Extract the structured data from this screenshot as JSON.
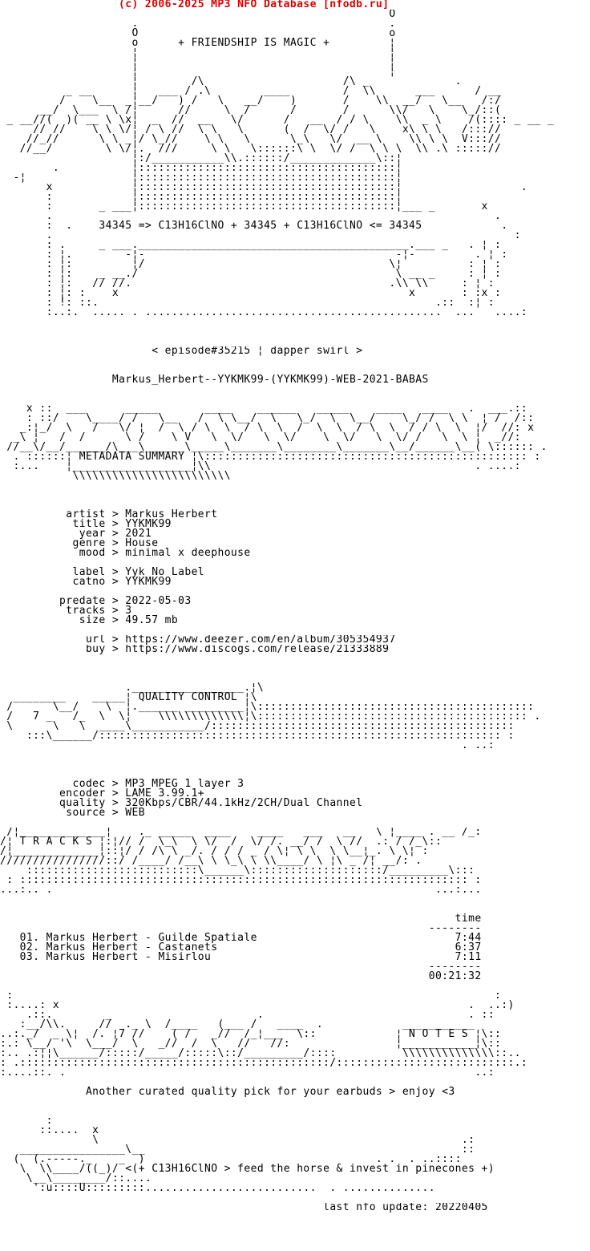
{
  "header": {
    "copyright": "(c) 2006-2025 MP3 NFO Database [nfodb.ru]",
    "accent_color": "#dd0000"
  },
  "motto": "+ FRIENDSHIP IS MAGIC +",
  "chemistry_line": "34345 => C13H16ClNO + 34345 + C13H16ClNO <= 34345",
  "episode_text": "< episode#35215 ¦ dapper swirl >",
  "release_name": "Markus_Herbert--YYKMK99-(YYKMK99)-WEB-2021-BABAS",
  "section_titles": {
    "metadata": "METADATA SUMMARY",
    "quality": "QUALITY CONTROL",
    "tracks": "T R A C K S",
    "notes": "N O T E S"
  },
  "metadata": {
    "artist": "Markus Herbert",
    "title": "YYKMK99",
    "year": "2021",
    "genre": "House",
    "mood": "minimal x deephouse",
    "label": "Yyk No Label",
    "catno": "YYKMK99",
    "predate": "2022-05-03",
    "tracks": "3",
    "size": "49.57 mb",
    "url": "https://www.deezer.com/en/album/305354937",
    "buy": "https://www.discogs.com/release/21333889"
  },
  "quality": {
    "codec": "MP3 MPEG 1 layer 3",
    "encoder": "LAME 3.99.1+",
    "quality": "320Kbps/CBR/44.1kHz/2CH/Dual Channel",
    "source": "WEB"
  },
  "tracklist_data": {
    "time_header": "time",
    "tracks": [
      {
        "no": "01",
        "artist": "Markus Herbert",
        "title": "Guilde Spatiale",
        "time": "7:44"
      },
      {
        "no": "02",
        "artist": "Markus Herbert",
        "title": "Castanets",
        "time": "6:37"
      },
      {
        "no": "03",
        "artist": "Markus Herbert",
        "title": "Misirlou",
        "time": "7:11"
      }
    ],
    "total_time": "00:21:32"
  },
  "notes_text": "Another curated quality pick for your earbuds > enjoy <3",
  "horse_text": "<(+ C13H16ClNO > feed the horse & invest in pinecones +)",
  "footer_text": "last nfo update: 20220405",
  "ascii": {
    "top": [
      "                                                           O",
      "                    .                                      .",
      "                    O                                      o",
      "                    o      + FRIENDSHIP IS MAGIC +         ¦",
      "                    ¦                                      ¦",
      "                    ¦                                      ¦",
      "                    ¦                                      ¦",
      "                    ¦        /\\                     /\\ _             .",
      "          _ __      ¦   ___ / .\\        ____        /  \\\\      ___      / __",
      "         /    \\__  _¦__/   ) /   \\   __/    )       /    \\\\  __/   \\__   /:/",
      "      __/  \\___  \\ /¦      //     \\  /      /       /      \\\\/   \\    \\_/::(",
      " _ __//(  )( __ \\ \\x¦  _  //  __   \\/      /   __  / / \\    \\\\  _ \\    /(:::: _ __ _",
      "     // //    \\ \\ \\/¦ / \\ //  \\ \\   \\      (  /  \\/ /   \\    x\\ \\ \\   /::://",
      "    //_//      \\ \\ _¦/ \\_//    \\ \\   \\      \\_\\   \\/  __ \\    \\\\ \\ \\  V::://",
      "   //__/        \\ \\/¦.  ///     \\ \\   \\::::::\\ \\  \\/ /  \\ \\ \\  \\\\ .\\ ::::://",
      "                    ¦:/___________\\\\.::::::/_____________\\::¦",
      "        .           ¦:::::::::::::::::::::::::::::::::::::::¦",
      "  -¦                ¦:::::::::::::::::::::::::::::::::::::::¦",
      "       x            ¦:::::::::::::::::::::::::::::::::::::::¦                  .",
      "       :            ¦:::::::::::::::::::::::::::::::::::::::¦",
      "       :       _ ___¦:::::::::::::::::::::::::::::::::::::::¦___ _       x",
      "       .                                                                   .",
      "       :  .    34345 => C13H16ClNO + 34345 + C13H16ClNO <= 34345            .",
      "       .                                                                      :",
      "       : .     _ ___._________________________________________.___ _   . ¦ :",
      "       : ¦.        -¦-                                      -¦-         . ¦ :",
      "       : ¦:         ¦/                                     \\¦          : ¦ :",
      "       : ¦:    _ __./                                       \\ __ _     : ¦ :",
      "       : ¦:   // //.                                       .\\\\ \\\\     : ¦ :",
      "       : ¦: :    x                                            x       : :x :",
      "       : !: ::.                                                   .::  :¦ :",
      "       :..:.  ..... . .............................................  ...   ....:",
      "",
      "",
      ""
    ],
    "episode_line": "                       < episode#35215 ¦ dapper swirl >",
    "release_block": [
      "",
      "",
      "                 Markus_Herbert--YYKMK99-(YYKMK99)-WEB-2021-BABAS",
      "",
      ""
    ],
    "banner": [
      "    x ::  ___      _____       ____    ______   _____    ____   ____   .  ___.::",
      "    : ::/    \\____/ /   \\__   /  \\ \\__/  \\   \\_/  \\  \\__/    \\_/ /  \\ \\  ¦ /  /::",
      "   _:¦_/  \\   /   \\/ ¦  /  \\ / \\  \\  / \\  \\  /  \\  \\  / \\  \\  / / \\  \\  ¦/  //: x",
      "  _\\ ¦   /  /      \\ /    \\ V   \\  \\/   \\  \\/    \\  \\/   \\  \\/ /   \\  \\ ¦  _//:",
      " //__\\/__/______/\\___\\______\\_____\\_______\\________\\_______\\__/______\\__( \\:::::: .",
      "  . ::::::¦ METADATA SUMMARY ¦\\::::::::::::::::::::::::::::::::::::::::::::::::: :",
      "  :...    ¦__________________¦\\\\                                        . ....:",
      "           \\\\\\\\\\\\\\\\\\\\\\\\\\\\\\\\\\\\\\\\\\\\\\\\"
    ],
    "metadata_block": [
      "",
      "",
      "",
      "          artist > Markus Herbert",
      "           title > YYKMK99",
      "            year > 2021",
      "           genre > House",
      "            mood > minimal x deephouse",
      "",
      "           label > Yyk No Label",
      "           catno > YYKMK99",
      "",
      "         predate > 2022-05-03",
      "          tracks > 3",
      "            size > 49.57 mb",
      ""
    ],
    "url_line": "             url > https://www.deezer.com/en/album/305354937",
    "buy_line": "             buy > https://www.discogs.com/release/21333889",
    "quality_art": [
      "",
      "",
      "",
      "                   ._________________.¦\\",
      "  ________    _____¦ QUALITY CONTROL ¦\\",
      " /      \\__/    \\  ¦.______ _________¦\\::::::::::::::::::::::::::::::::::::::::::",
      " /   7 _   /_  \\  \\¦    \\\\\\\\\\\\\\\\\\\\\\\\\\¦\\::::::::::::::::::::::::::::::::::::::::: .",
      " \\      \\   \\  ____\\___________/::::::::::::::::::::::::::::::::::::::::::::::",
      "    :::\\______/::::::::::::::::::::::::::::::::::::::::::::::::::::::::::::: :",
      "                                                                      . ..:"
    ],
    "quality_fields": [
      "",
      "",
      "",
      "           codec > MP3 MPEG 1 layer 3",
      "         encoder > LAME 3.99.1+",
      "         quality > 320Kbps/CBR/44.1kHz/2CH/Dual Channel",
      "          source > WEB",
      ""
    ],
    "tracks_art": [
      " /¦_____________¦    ._ _____  ____    ____   ___   __   \\ ¦____ . __ /_:",
      "/¦ T R A C K S ¦:¦// /  \\_\\  \\ \\/  /  \\/ /. __/ /  \\ //  .: / /_\\::",
      "/¦_____________¦::¦/ / /\\ \\ _/. / / / _ / \\¦ \\ \\  \\ \\__¦_. \\ \\¦ :",
      "////////////////::/ /____/ /__\\ \\ \\_\\ \\ \\\\____/ \\ ¦\\ _ /¦ __/: .",
      "    ::::::::::::::::::::::::::\\______\\::::::::::::::::::::/_________\\:::",
      " : :::::::::::::::::::::::::::::::::::::::::::::::::::::::::::::::::::: :",
      "...:.. .                                                          ...:...",
      ""
    ],
    "tracklist": [
      "",
      "                                                                     time",
      "                                                                 --------",
      "   01. Markus Herbert - Guilde Spatiale                              7:44",
      "   02. Markus Herbert - Castanets                                    6:37",
      "   03. Markus Herbert - Misirlou                                     7:11",
      "                                                                 --------",
      "                                                                 00:21:32",
      ""
    ],
    "notes_art": [
      " :                                                                         :",
      " :....: x                                                              .  ..:)",
      "    .::.        _                      .                               . ::",
      "   :__/\\\\.     //  ._ \\  /____   (___ /   ____  .            ___________",
      "..:._/  _ \\¦  /. ¦7 //    ( /   _//  /_¦___  \\::            ¦ N O T E S ¦\\::",
      ":.: \\__/ '\\  \\___/  \\   _//  /  \\   //   //:                ¦___________¦\\::",
      ":.. .:¦¦\\______/:::::/_____/:::::\\::/_________/::::          \\\\\\\\\\\\\\\\\\\\\\\\\\\\::..",
      ": .:::::::::::::::::::::::::::::::::::::::::::::::/:::::::::::::::::::::::::::.:",
      ":....::. .                                                              ..:"
    ],
    "notes_message": [
      "",
      "             Another curated quality pick for your earbuds > enjoy <3",
      "",
      ""
    ],
    "horse": [
      "       :",
      "      ::....  x",
      "              \\                                                       .:",
      "   ________________\\__                                                ::",
      "  (  (.-----._    _  )                                   . .  . ..::::",
      "   \\  \\\\____/((_)/ <(+ C13H16ClNO > feed the horse & invest in pinecones +)",
      "    \\__\\________/::....",
      "     ':u::::U:::::::::..........................  . ..............",
      ""
    ],
    "footer": [
      "                                                 last nfo update: 20220405",
      "",
      "",
      "",
      ""
    ]
  }
}
